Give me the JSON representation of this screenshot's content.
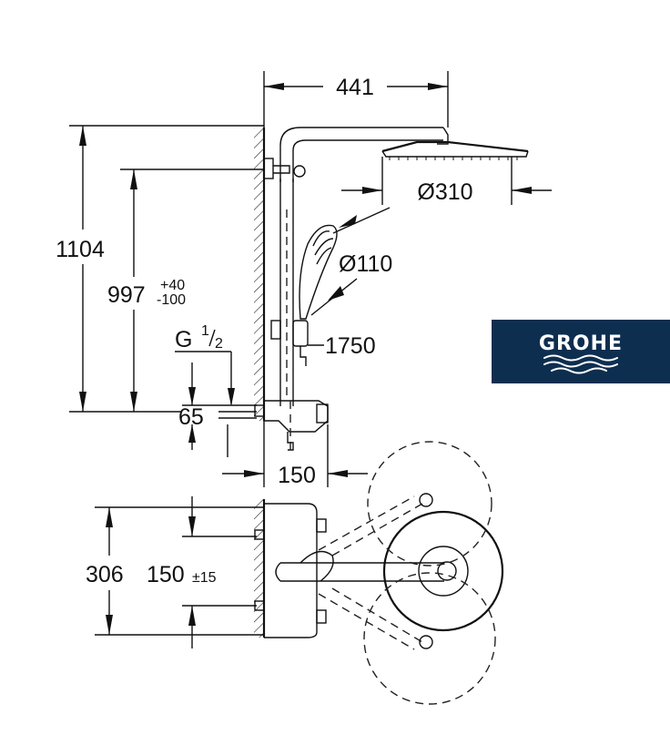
{
  "dimensions": {
    "width_top": "441",
    "head_diameter": "Ø310",
    "hand_diameter": "Ø110",
    "hose_length": "1750",
    "total_height": "1104",
    "arm_height": "997",
    "arm_tol_plus": "+40",
    "arm_tol_minus": "-100",
    "thread_g": "G",
    "thread_num": "1",
    "thread_den": "2",
    "inlet_spacing": "65",
    "projection": "150",
    "plan_width": "306",
    "plan_centre": "150",
    "plan_centre_tol": "±15"
  },
  "brand": {
    "name": "GROHE",
    "bg_color": "#0e2e50",
    "fg_color": "#ffffff"
  }
}
